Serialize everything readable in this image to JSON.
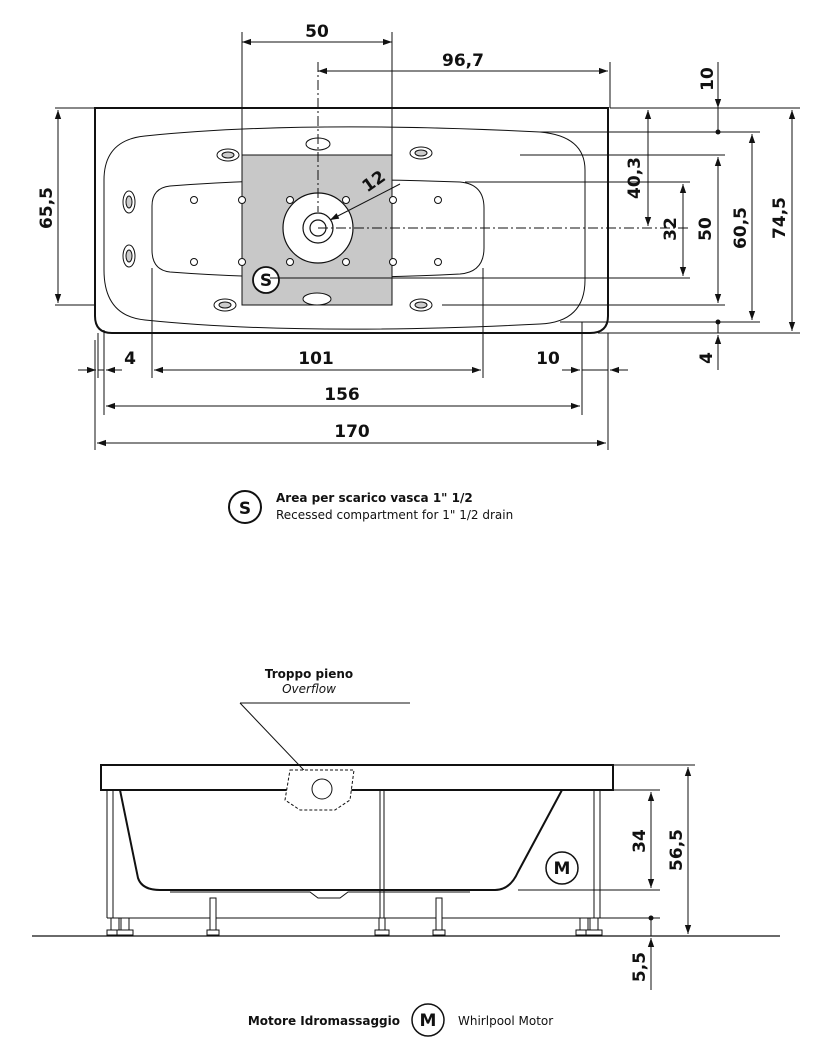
{
  "top_view": {
    "dims": {
      "d50_top": "50",
      "d96_7": "96,7",
      "d10_right_top": "10",
      "d65_5": "65,5",
      "d12": "12",
      "d40_3": "40,3",
      "d32": "32",
      "d50_right": "50",
      "d60_5": "60,5",
      "d74_5": "74,5",
      "d4_right": "4",
      "d4_left": "4",
      "d101": "101",
      "d10_bottom": "10",
      "d156": "156",
      "d170": "170"
    },
    "drain_symbol": "S"
  },
  "legend_drain": {
    "symbol": "S",
    "title": "Area per scarico vasca 1\" 1/2",
    "subtitle": "Recessed compartment for 1\" 1/2  drain"
  },
  "side_view": {
    "overflow_label": "Troppo pieno",
    "overflow_label_en": "Overflow",
    "motor_symbol": "M",
    "dims": {
      "d34": "34",
      "d56_5": "56,5",
      "d5_5": "5,5"
    }
  },
  "legend_motor": {
    "label_it": "Motore Idromassaggio",
    "symbol": "M",
    "label_en": "Whirlpool Motor"
  }
}
